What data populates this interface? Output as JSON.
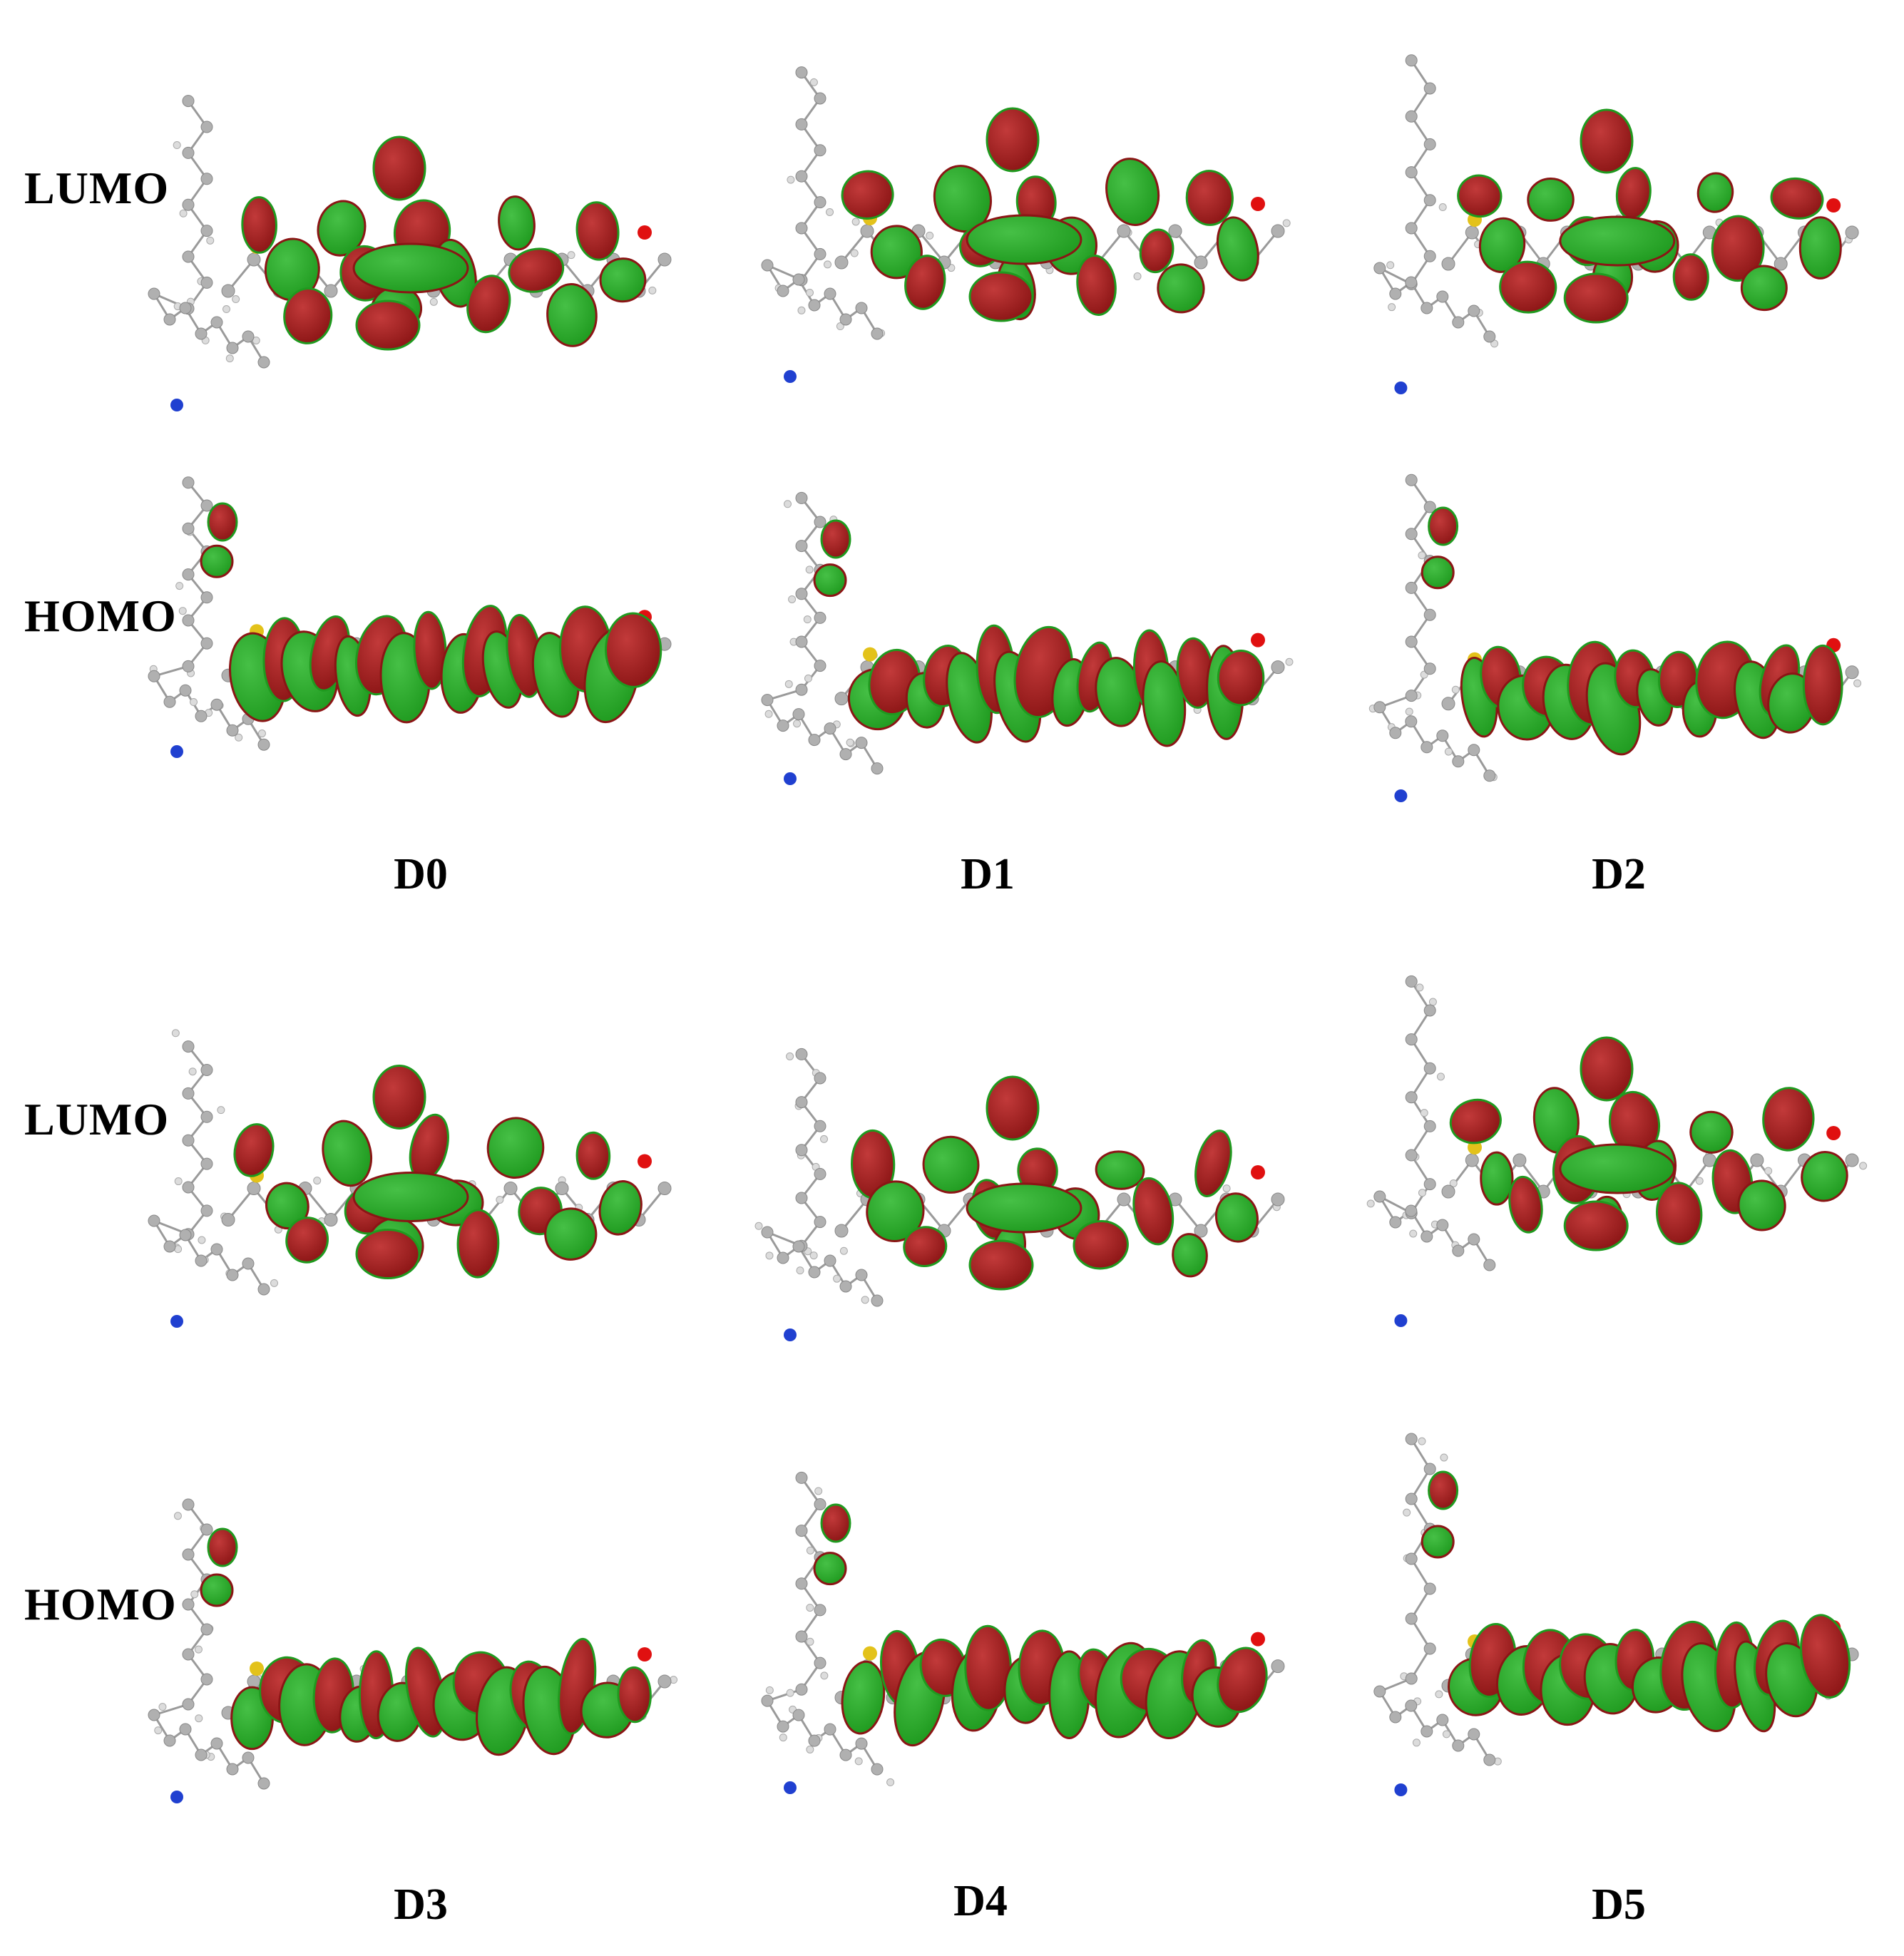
{
  "row_labels": {
    "lumo": "LUMO",
    "homo": "HOMO"
  },
  "molecules": [
    {
      "id": "D0",
      "label": "D0"
    },
    {
      "id": "D1",
      "label": "D1"
    },
    {
      "id": "D2",
      "label": "D2"
    },
    {
      "id": "D3",
      "label": "D3"
    },
    {
      "id": "D4",
      "label": "D4"
    },
    {
      "id": "D5",
      "label": "D5"
    }
  ],
  "colors": {
    "positive_lobe": "#8b1515",
    "negative_lobe": "#1f9a1f",
    "carbon": "#b0b0b0",
    "hydrogen": "#dcdcdc",
    "sulfur": "#e3c21a",
    "nitrogen": "#2040d0",
    "oxygen": "#e01010",
    "bond": "#9a9a9a"
  }
}
